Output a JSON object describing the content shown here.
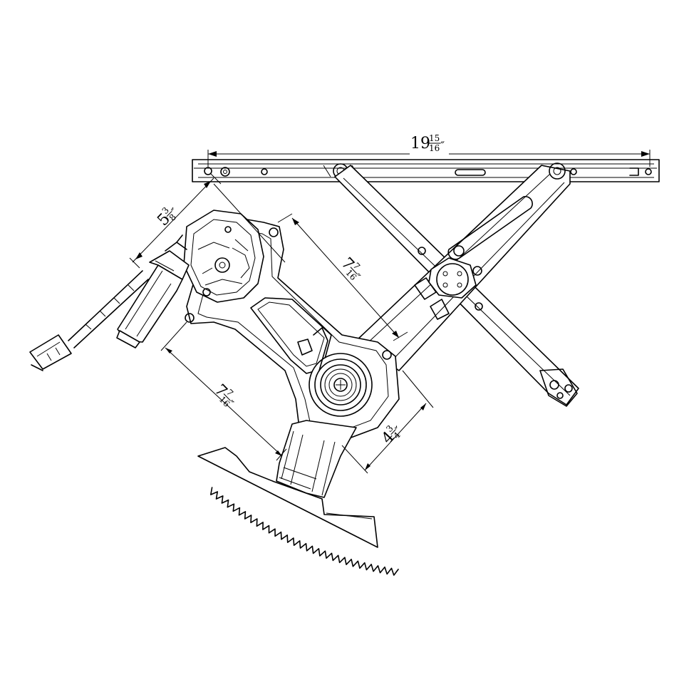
{
  "dimensions": {
    "top_width": {
      "whole": "19",
      "num": "15",
      "den": "16",
      "unit": "″"
    },
    "left_arm": {
      "whole": "5",
      "num": "3",
      "den": "8",
      "unit": "″"
    },
    "mid_arm": {
      "whole": "7",
      "num": "7",
      "den": "16",
      "unit": "″"
    },
    "lower_arm": {
      "whole": "7",
      "num": "7",
      "den": "16",
      "unit": "″"
    },
    "drum_height": {
      "whole": "4",
      "num": "3",
      "den": "4",
      "unit": "″"
    }
  },
  "colors": {
    "line": "#000000",
    "background": "#ffffff"
  }
}
